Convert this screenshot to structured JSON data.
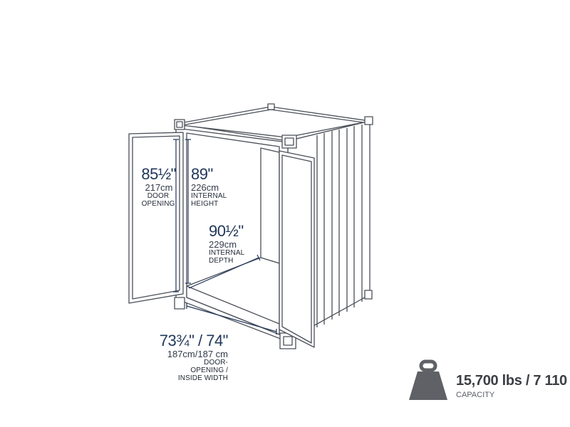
{
  "dimensions": {
    "door_opening_height": {
      "imperial": "85½\"",
      "metric": "217cm",
      "label_line1": "DOOR",
      "label_line2": "OPENING"
    },
    "internal_height": {
      "imperial": "89\"",
      "metric": "226cm",
      "label_line1": "INTERNAL",
      "label_line2": "HEIGHT"
    },
    "internal_depth": {
      "imperial": "90½\"",
      "metric": "229cm",
      "label_line1": "INTERNAL",
      "label_line2": "DEPTH"
    },
    "width": {
      "imperial": "73¾\" / 74\"",
      "metric": "187cm/187 cm",
      "label_line1": "DOOR-",
      "label_line2": "OPENING /",
      "label_line3": "INSIDE WIDTH"
    }
  },
  "capacity": {
    "value": "15,700 lbs / 7 110",
    "label": "CAPACITY",
    "icon": "weight-icon"
  },
  "colors": {
    "outline": "#4a4f58",
    "dimension_text": "#1f3558",
    "capacity_icon": "#5f6166"
  }
}
